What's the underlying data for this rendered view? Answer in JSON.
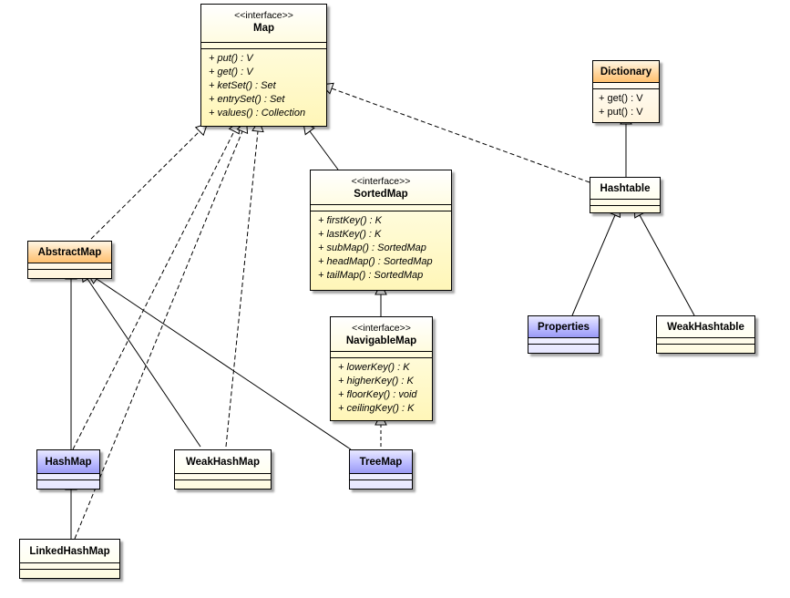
{
  "diagram": {
    "stereotype": "<<interface>>",
    "classes": {
      "map": {
        "name": "Map",
        "methods": [
          "+ put() : V",
          "+ get() : V",
          "+ ketSet() : Set",
          "+ entrySet() : Set",
          "+ values() : Collection"
        ]
      },
      "dictionary": {
        "name": "Dictionary",
        "methods": [
          "+ get() : V",
          "+ put() : V"
        ]
      },
      "sorted_map": {
        "name": "SortedMap",
        "methods": [
          "+ firstKey() : K",
          "+ lastKey() : K",
          "+ subMap() : SortedMap",
          "+ headMap() : SortedMap",
          "+ tailMap() : SortedMap"
        ]
      },
      "navigable_map": {
        "name": "NavigableMap",
        "methods": [
          "+ lowerKey() : K",
          "+ higherKey() : K",
          "+ floorKey() : void",
          "+ ceilingKey() : K"
        ]
      },
      "hashtable": {
        "name": "Hashtable"
      },
      "abstract_map": {
        "name": "AbstractMap"
      },
      "properties": {
        "name": "Properties"
      },
      "weak_hashtable": {
        "name": "WeakHashtable"
      },
      "hash_map": {
        "name": "HashMap"
      },
      "weak_hash_map": {
        "name": "WeakHashMap"
      },
      "tree_map": {
        "name": "TreeMap"
      },
      "linked_hash_map": {
        "name": "LinkedHashMap"
      }
    }
  }
}
